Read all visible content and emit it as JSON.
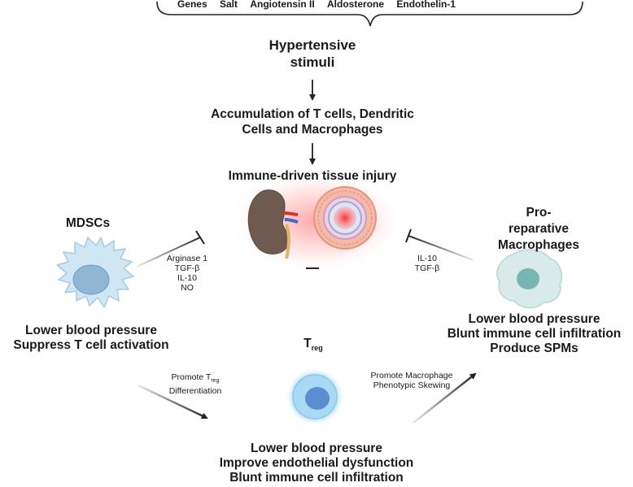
{
  "stimuli": {
    "items": [
      "Genes",
      "Salt",
      "Angiotensin II",
      "Aldosterone",
      "Endothelin-1"
    ],
    "title_line1": "Hypertensive",
    "title_line2": "stimuli"
  },
  "accumulation": {
    "line1": "Accumulation of  T cells, Dendritic",
    "line2": "Cells and Macrophages"
  },
  "injury": {
    "label": "Immune-driven tissue injury"
  },
  "mdsc": {
    "title": "MDSCs",
    "mediators": [
      "Arginase 1",
      "TGF-β",
      "IL-10",
      "NO"
    ],
    "outcomes": [
      "Lower blood pressure",
      "Suppress T cell activation"
    ],
    "action_line1": "Promote T",
    "action_sub": "reg",
    "action_line2": "Differentiation"
  },
  "treg": {
    "label": "T",
    "sub": "reg",
    "outcomes": [
      "Lower blood pressure",
      "Improve endothelial dysfunction",
      "Blunt immune cell infiltration"
    ],
    "action_line1": "Promote Macrophage",
    "action_line2": "Phenotypic Skewing"
  },
  "macrophage": {
    "title_lines": [
      "Pro-",
      "reparative",
      "Macrophages"
    ],
    "mediators": [
      "IL-10",
      "TGF-β"
    ],
    "outcomes": [
      "Lower blood pressure",
      "Blunt immune cell infiltration",
      "Produce SPMs"
    ]
  },
  "colors": {
    "arrow": "#222222",
    "mdsc_cell": "#cfe6f4",
    "mdsc_nucleus": "#8fb7d3",
    "treg_cell": "#8fcdef",
    "treg_nucleus": "#5b8ed0",
    "macrophage_cell": "#d8ebea",
    "macrophage_nucleus": "#76b5b1",
    "kidney": "#6e5a4e",
    "glow": "#ff4d4d"
  }
}
